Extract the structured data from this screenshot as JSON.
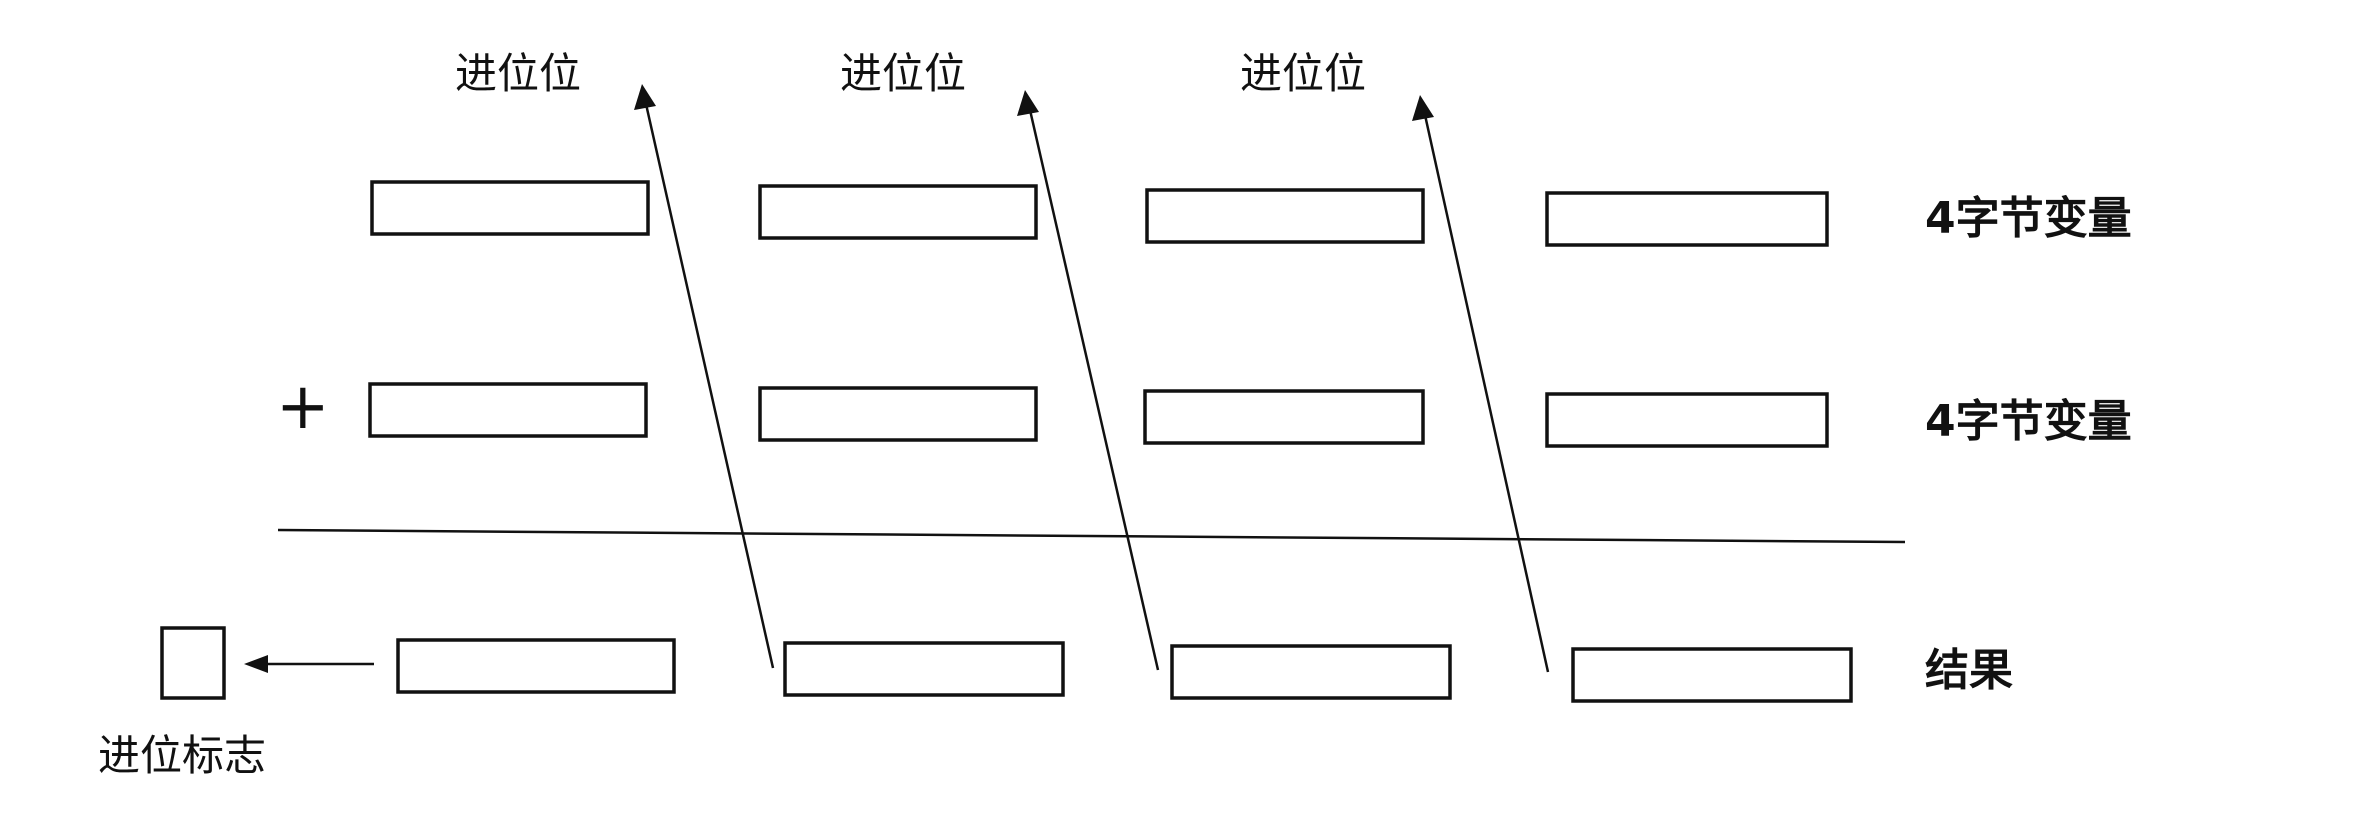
{
  "diagram": {
    "carry_labels": [
      "进位位",
      "进位位",
      "进位位"
    ],
    "operator": "+",
    "row_labels": {
      "operand_1": "4字节变量",
      "operand_2": "4字节变量",
      "result": "结果"
    },
    "carry_flag_label": "进位标志"
  }
}
